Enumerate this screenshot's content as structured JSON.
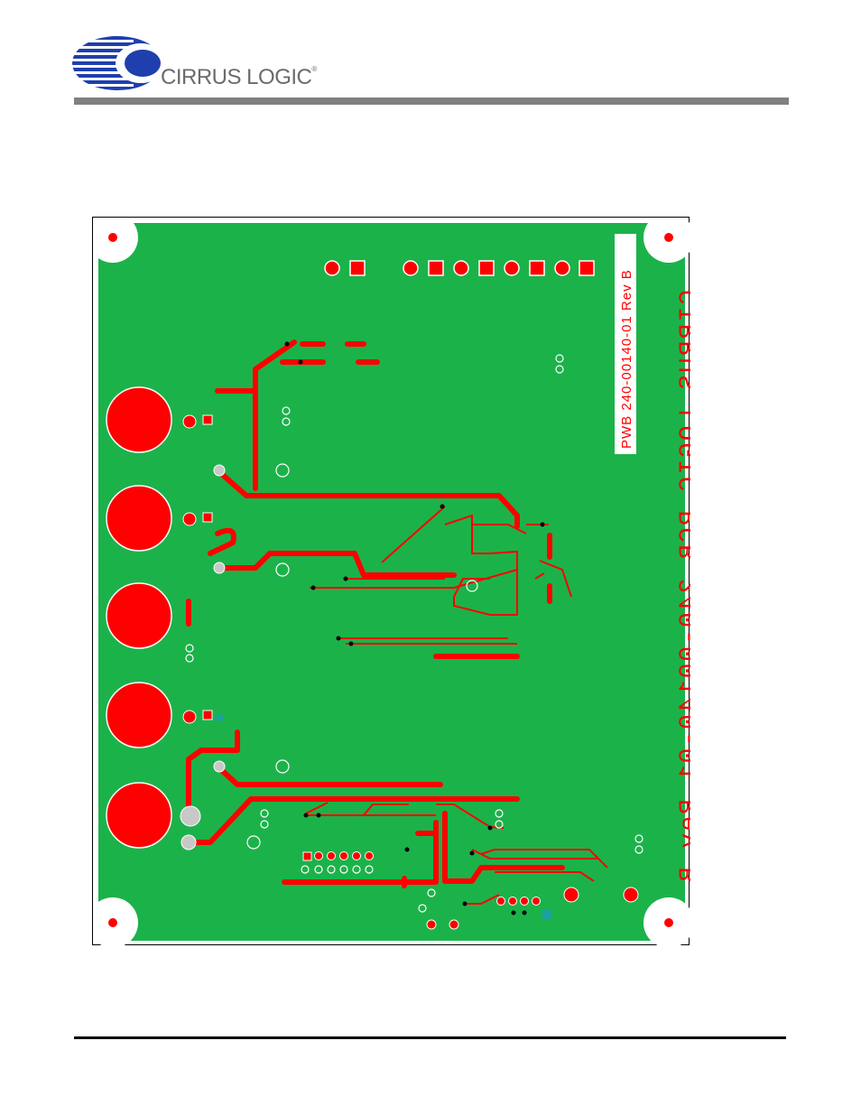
{
  "header": {
    "logo_text": "CIRRUS LOGIC",
    "logo_mark": "®",
    "bar_color": "#808080"
  },
  "pcb": {
    "board_label": "PWB 240-00140-01 Rev B",
    "mirrored_silkscreen": "CIRRUS LOGIC PCB 240-00140-01 Rev B",
    "board_color": "#1cb24a",
    "copper_color": "#ff0000"
  }
}
